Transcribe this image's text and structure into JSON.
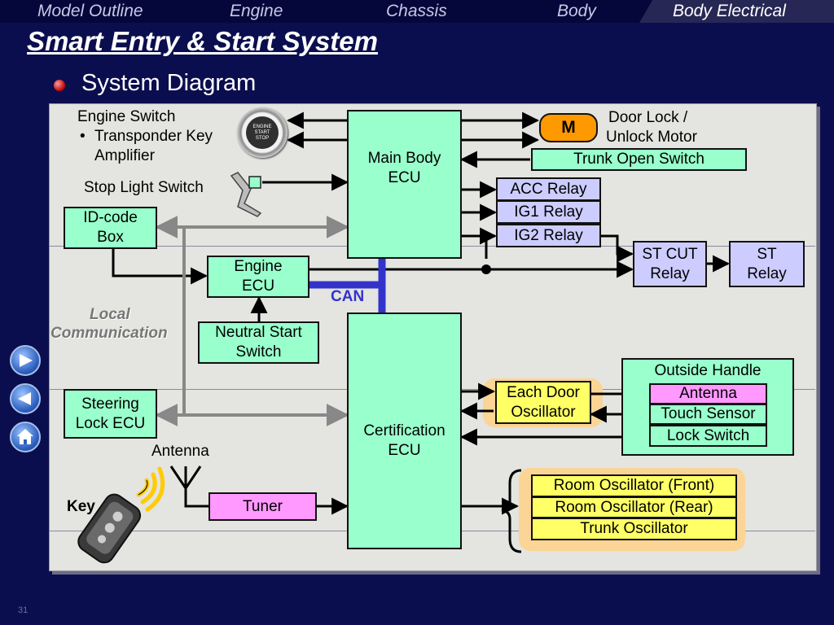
{
  "nav": {
    "tabs": [
      "Model Outline",
      "Engine",
      "Chassis",
      "Body",
      "Body Electrical"
    ],
    "active_index": 4
  },
  "title": "Smart Entry & Start System",
  "subtitle": "System Diagram",
  "page_number": "31",
  "labels": {
    "engine_switch": "Engine Switch",
    "transponder_1": "Transponder Key",
    "transponder_2": "Amplifier",
    "stop_light_switch": "Stop Light Switch",
    "door_lock_1": "Door Lock /",
    "door_lock_2": "Unlock Motor",
    "motor_symbol": "M",
    "can": "CAN",
    "local_1": "Local",
    "local_2": "Communication",
    "outside_handle": "Outside Handle",
    "antenna": "Antenna",
    "key": "Key"
  },
  "button_text": {
    "line1": "ENGINE",
    "line2": "START",
    "line3": "STOP"
  },
  "boxes": {
    "main_body_ecu_1": "Main Body",
    "main_body_ecu_2": "ECU",
    "trunk_open_switch": "Trunk Open Switch",
    "acc_relay": "ACC Relay",
    "ig1_relay": "IG1 Relay",
    "ig2_relay": "IG2 Relay",
    "st_cut_relay_1": "ST CUT",
    "st_cut_relay_2": "Relay",
    "st_relay_1": "ST",
    "st_relay_2": "Relay",
    "id_code_box_1": "ID-code",
    "id_code_box_2": "Box",
    "engine_ecu_1": "Engine",
    "engine_ecu_2": "ECU",
    "neutral_start_1": "Neutral Start",
    "neutral_start_2": "Switch",
    "certification_ecu_1": "Certification",
    "certification_ecu_2": "ECU",
    "steering_lock_1": "Steering",
    "steering_lock_2": "Lock ECU",
    "each_door_osc_1": "Each Door",
    "each_door_osc_2": "Oscillator",
    "handle_antenna": "Antenna",
    "touch_sensor": "Touch Sensor",
    "lock_switch": "Lock Switch",
    "room_osc_front": "Room Oscillator (Front)",
    "room_osc_rear": "Room Oscillator (Rear)",
    "trunk_osc": "Trunk Oscillator",
    "tuner": "Tuner"
  },
  "colors": {
    "background": "#0b0e4e",
    "green_box": "#99ffcc",
    "lavender_box": "#ccccff",
    "pink_box": "#ff99ff",
    "yellow_box": "#ffff66",
    "can_bus": "#3333cc",
    "motor": "#ff9900",
    "local_comm_line": "#999999"
  },
  "icons": [
    "engine-start-button-icon",
    "stop-light-pedal-icon",
    "antenna-icon",
    "radio-wave-icon",
    "smart-key-icon",
    "next-arrow-icon",
    "back-arrow-icon",
    "home-icon"
  ]
}
